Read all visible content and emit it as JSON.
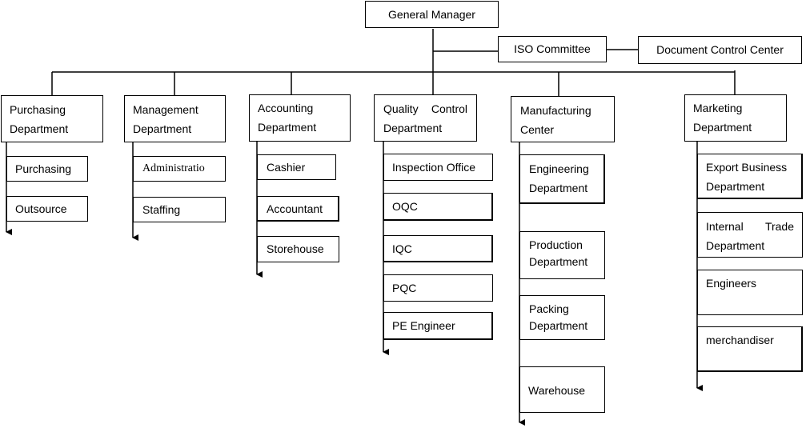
{
  "org_chart": {
    "top": {
      "general_manager": "General Manager",
      "iso_committee": "ISO Committee",
      "document_control": "Document Control Center"
    },
    "departments": {
      "purchasing": {
        "title": "Purchasing Department",
        "units": [
          "Purchasing",
          "Outsource"
        ]
      },
      "management": {
        "title": "Management Department",
        "units": [
          "Administratio",
          "Staffing"
        ]
      },
      "accounting": {
        "title": "Accounting Department",
        "units": [
          "Cashier",
          "Accountant",
          "Storehouse"
        ]
      },
      "quality": {
        "title": "Quality  Control Department",
        "units": [
          "Inspection Office",
          "OQC",
          "IQC",
          "PQC",
          "PE Engineer"
        ]
      },
      "manufacturing": {
        "title": "Manufacturing Center",
        "units": [
          "Engineering Department",
          "Production Department",
          "Packing Department",
          "Warehouse"
        ]
      },
      "marketing": {
        "title": "Marketing Department",
        "units": [
          "Export Business Department",
          "Internal  Trade Department",
          "Engineers",
          "merchandiser"
        ]
      }
    }
  }
}
